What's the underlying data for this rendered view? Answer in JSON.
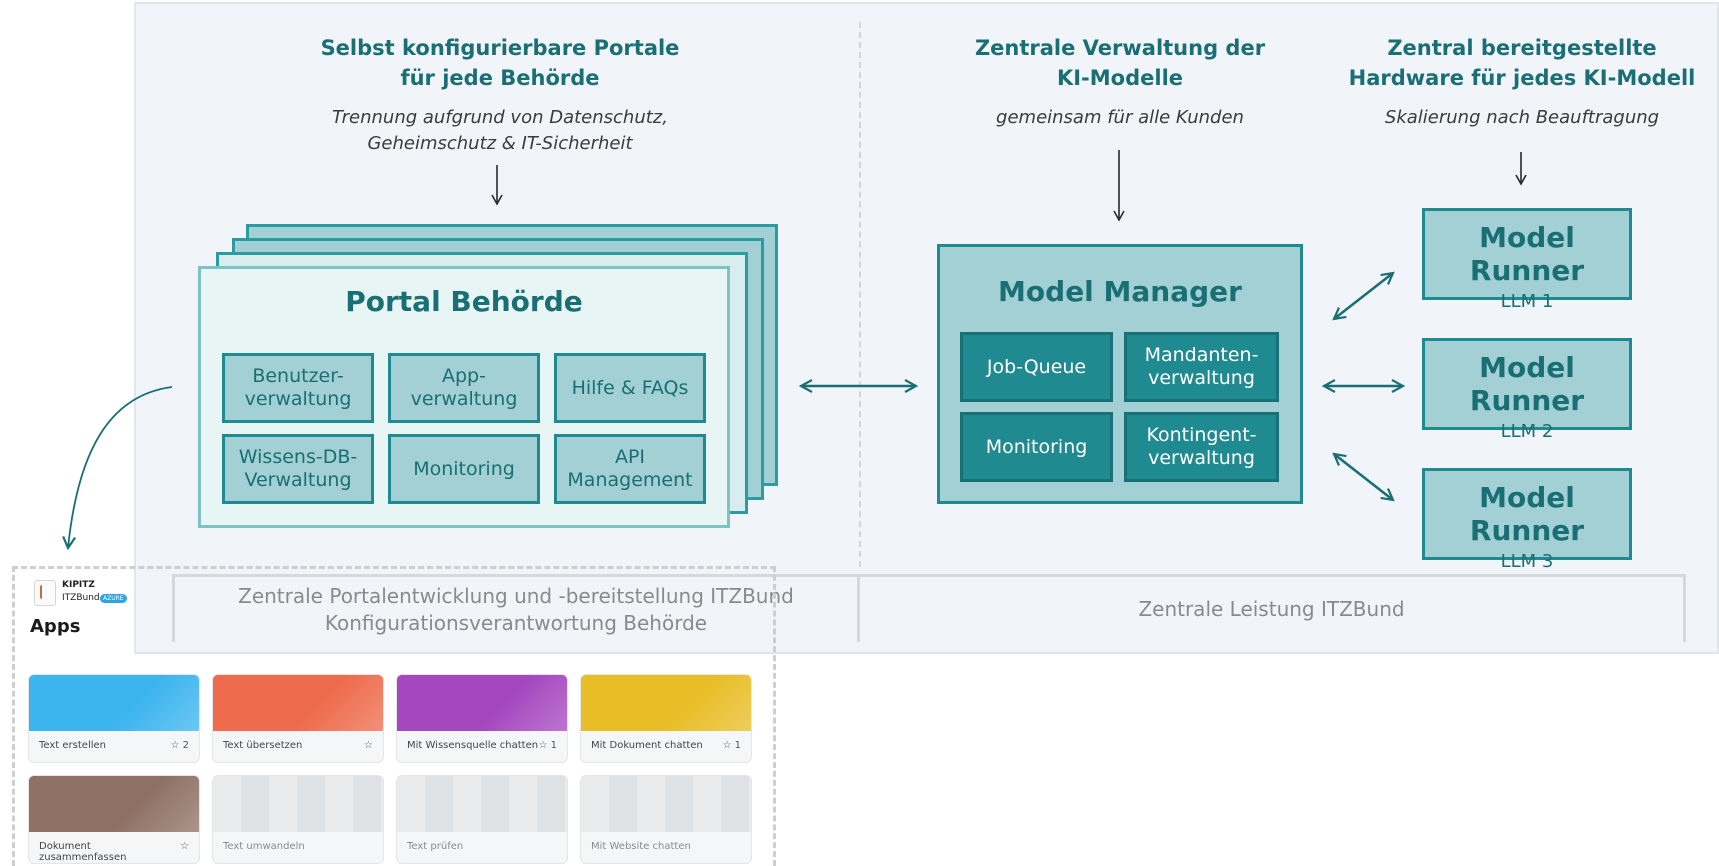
{
  "left_header": {
    "title_line1": "Selbst konfigurierbare Portale",
    "title_line2": "für jede Behörde",
    "sub_line1": "Trennung aufgrund von Datenschutz,",
    "sub_line2": "Geheimschutz & IT-Sicherheit"
  },
  "mid_header": {
    "title_line1": "Zentrale Verwaltung der",
    "title_line2": "KI-Modelle",
    "sub_line1": "gemeinsam für alle Kunden"
  },
  "right_header": {
    "title_line1": "Zentral bereitgestellte",
    "title_line2": "Hardware für jedes KI-Modell",
    "sub_line1": "Skalierung nach Beauftragung"
  },
  "portal": {
    "title": "Portal Behörde",
    "boxes": [
      {
        "line1": "Benutzer-",
        "line2": "verwaltung"
      },
      {
        "line1": "App-",
        "line2": "verwaltung"
      },
      {
        "line1": "Hilfe & FAQs",
        "line2": ""
      },
      {
        "line1": "Wissens-DB-",
        "line2": "Verwaltung"
      },
      {
        "line1": "Monitoring",
        "line2": ""
      },
      {
        "line1": "API",
        "line2": "Management"
      }
    ]
  },
  "model_manager": {
    "title": "Model Manager",
    "boxes": [
      {
        "line1": "Job-Queue",
        "line2": ""
      },
      {
        "line1": "Mandanten-",
        "line2": "verwaltung"
      },
      {
        "line1": "Monitoring",
        "line2": ""
      },
      {
        "line1": "Kontingent-",
        "line2": "verwaltung"
      }
    ]
  },
  "runners": [
    {
      "title": "Model Runner",
      "sub": "LLM 1"
    },
    {
      "title": "Model Runner",
      "sub": "LLM 2"
    },
    {
      "title": "Model Runner",
      "sub": "LLM 3"
    }
  ],
  "footer": {
    "left_line1": "Zentrale Portalentwicklung und -bereitstellung ITZBund",
    "left_line2": "Konfigurationsverantwortung Behörde",
    "right": "Zentrale Leistung ITZBund"
  },
  "apps_screen": {
    "brand_name": "KIPITZ",
    "brand_sub": "ITZBund",
    "brand_badge": "AZURE",
    "heading": "Apps",
    "tiles": [
      {
        "label": "Text erstellen",
        "stars": "2",
        "color": "#3cb4ee",
        "dim": false
      },
      {
        "label": "Text übersetzen",
        "stars": "",
        "color": "#ee6c4d",
        "dim": false
      },
      {
        "label": "Mit Wissensquelle chatten",
        "stars": "1",
        "color": "#a547bf",
        "dim": false
      },
      {
        "label": "Mit Dokument chatten",
        "stars": "1",
        "color": "#e8bd26",
        "dim": false
      },
      {
        "label": "Dokument zusammenfassen",
        "stars": "",
        "color": "#8e7164",
        "dim": false
      },
      {
        "label": "Text umwandeln",
        "stars": "",
        "color": "#e4e6e8",
        "dim": true
      },
      {
        "label": "Text prüfen",
        "stars": "",
        "color": "#e4e6e8",
        "dim": true
      },
      {
        "label": "Mit Website chatten",
        "stars": "",
        "color": "#e4e6e8",
        "dim": true
      }
    ]
  },
  "colors": {
    "teal_dark": "#1f8b91",
    "teal_light": "#a2d0d4",
    "panel_bg": "#f1f5f9"
  }
}
